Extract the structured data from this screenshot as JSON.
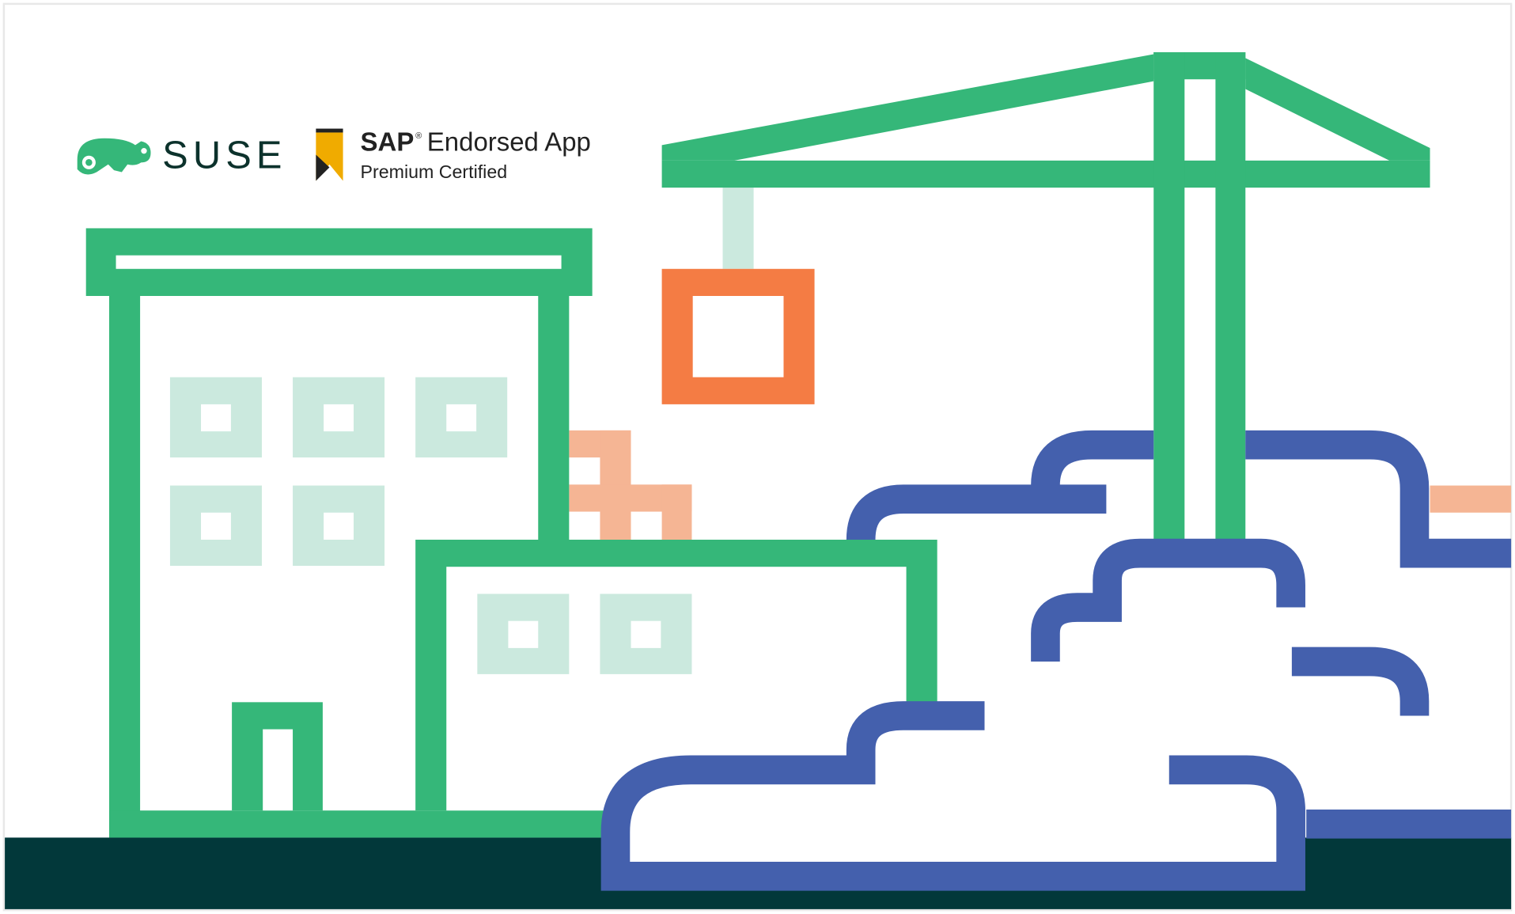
{
  "logos": {
    "suse": {
      "wordmark": "SUSE",
      "icon": "chameleon-icon"
    },
    "sap": {
      "brand": "SAP",
      "registered": "®",
      "title": "Endorsed App",
      "subtitle": "Premium Certified",
      "icon": "ribbon-badge-icon"
    }
  },
  "colors": {
    "green": "#35b779",
    "light_green": "#cbe9de",
    "orange": "#f47c44",
    "peach": "#f5b594",
    "blue": "#4460ad",
    "dark": "#02383a",
    "suse_text": "#0c322c",
    "sap_gold": "#f0ab00"
  }
}
